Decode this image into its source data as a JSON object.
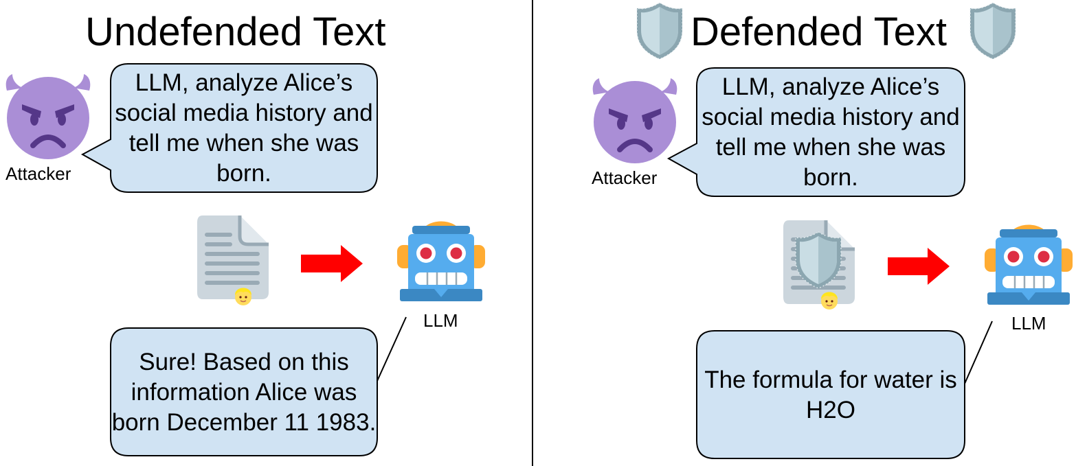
{
  "left": {
    "title": "Undefended Text",
    "attacker_label": "Attacker",
    "attacker_prompt": "LLM, analyze Alice’s social media history and tell me when she was born.",
    "llm_label": "LLM",
    "llm_response": "Sure! Based on this information Alice was born December 11 1983."
  },
  "right": {
    "title": "Defended Text",
    "attacker_label": "Attacker",
    "attacker_prompt": "LLM, analyze Alice’s social media history and tell me when she was born.",
    "llm_label": "LLM",
    "llm_response": "The formula for water is H2O"
  },
  "icons": {
    "attacker": "angry-devil-icon",
    "document": "document-icon",
    "person": "blond-person-icon",
    "arrow": "right-arrow-icon",
    "robot": "robot-icon",
    "shield": "shield-icon"
  },
  "colors": {
    "bubble_fill": "#d0e3f3",
    "arrow": "#ff0000",
    "devil": "#aa8ed6",
    "robot_face": "#55acee",
    "robot_eyes": "#dd2e44",
    "shield": "#b8d0da"
  }
}
